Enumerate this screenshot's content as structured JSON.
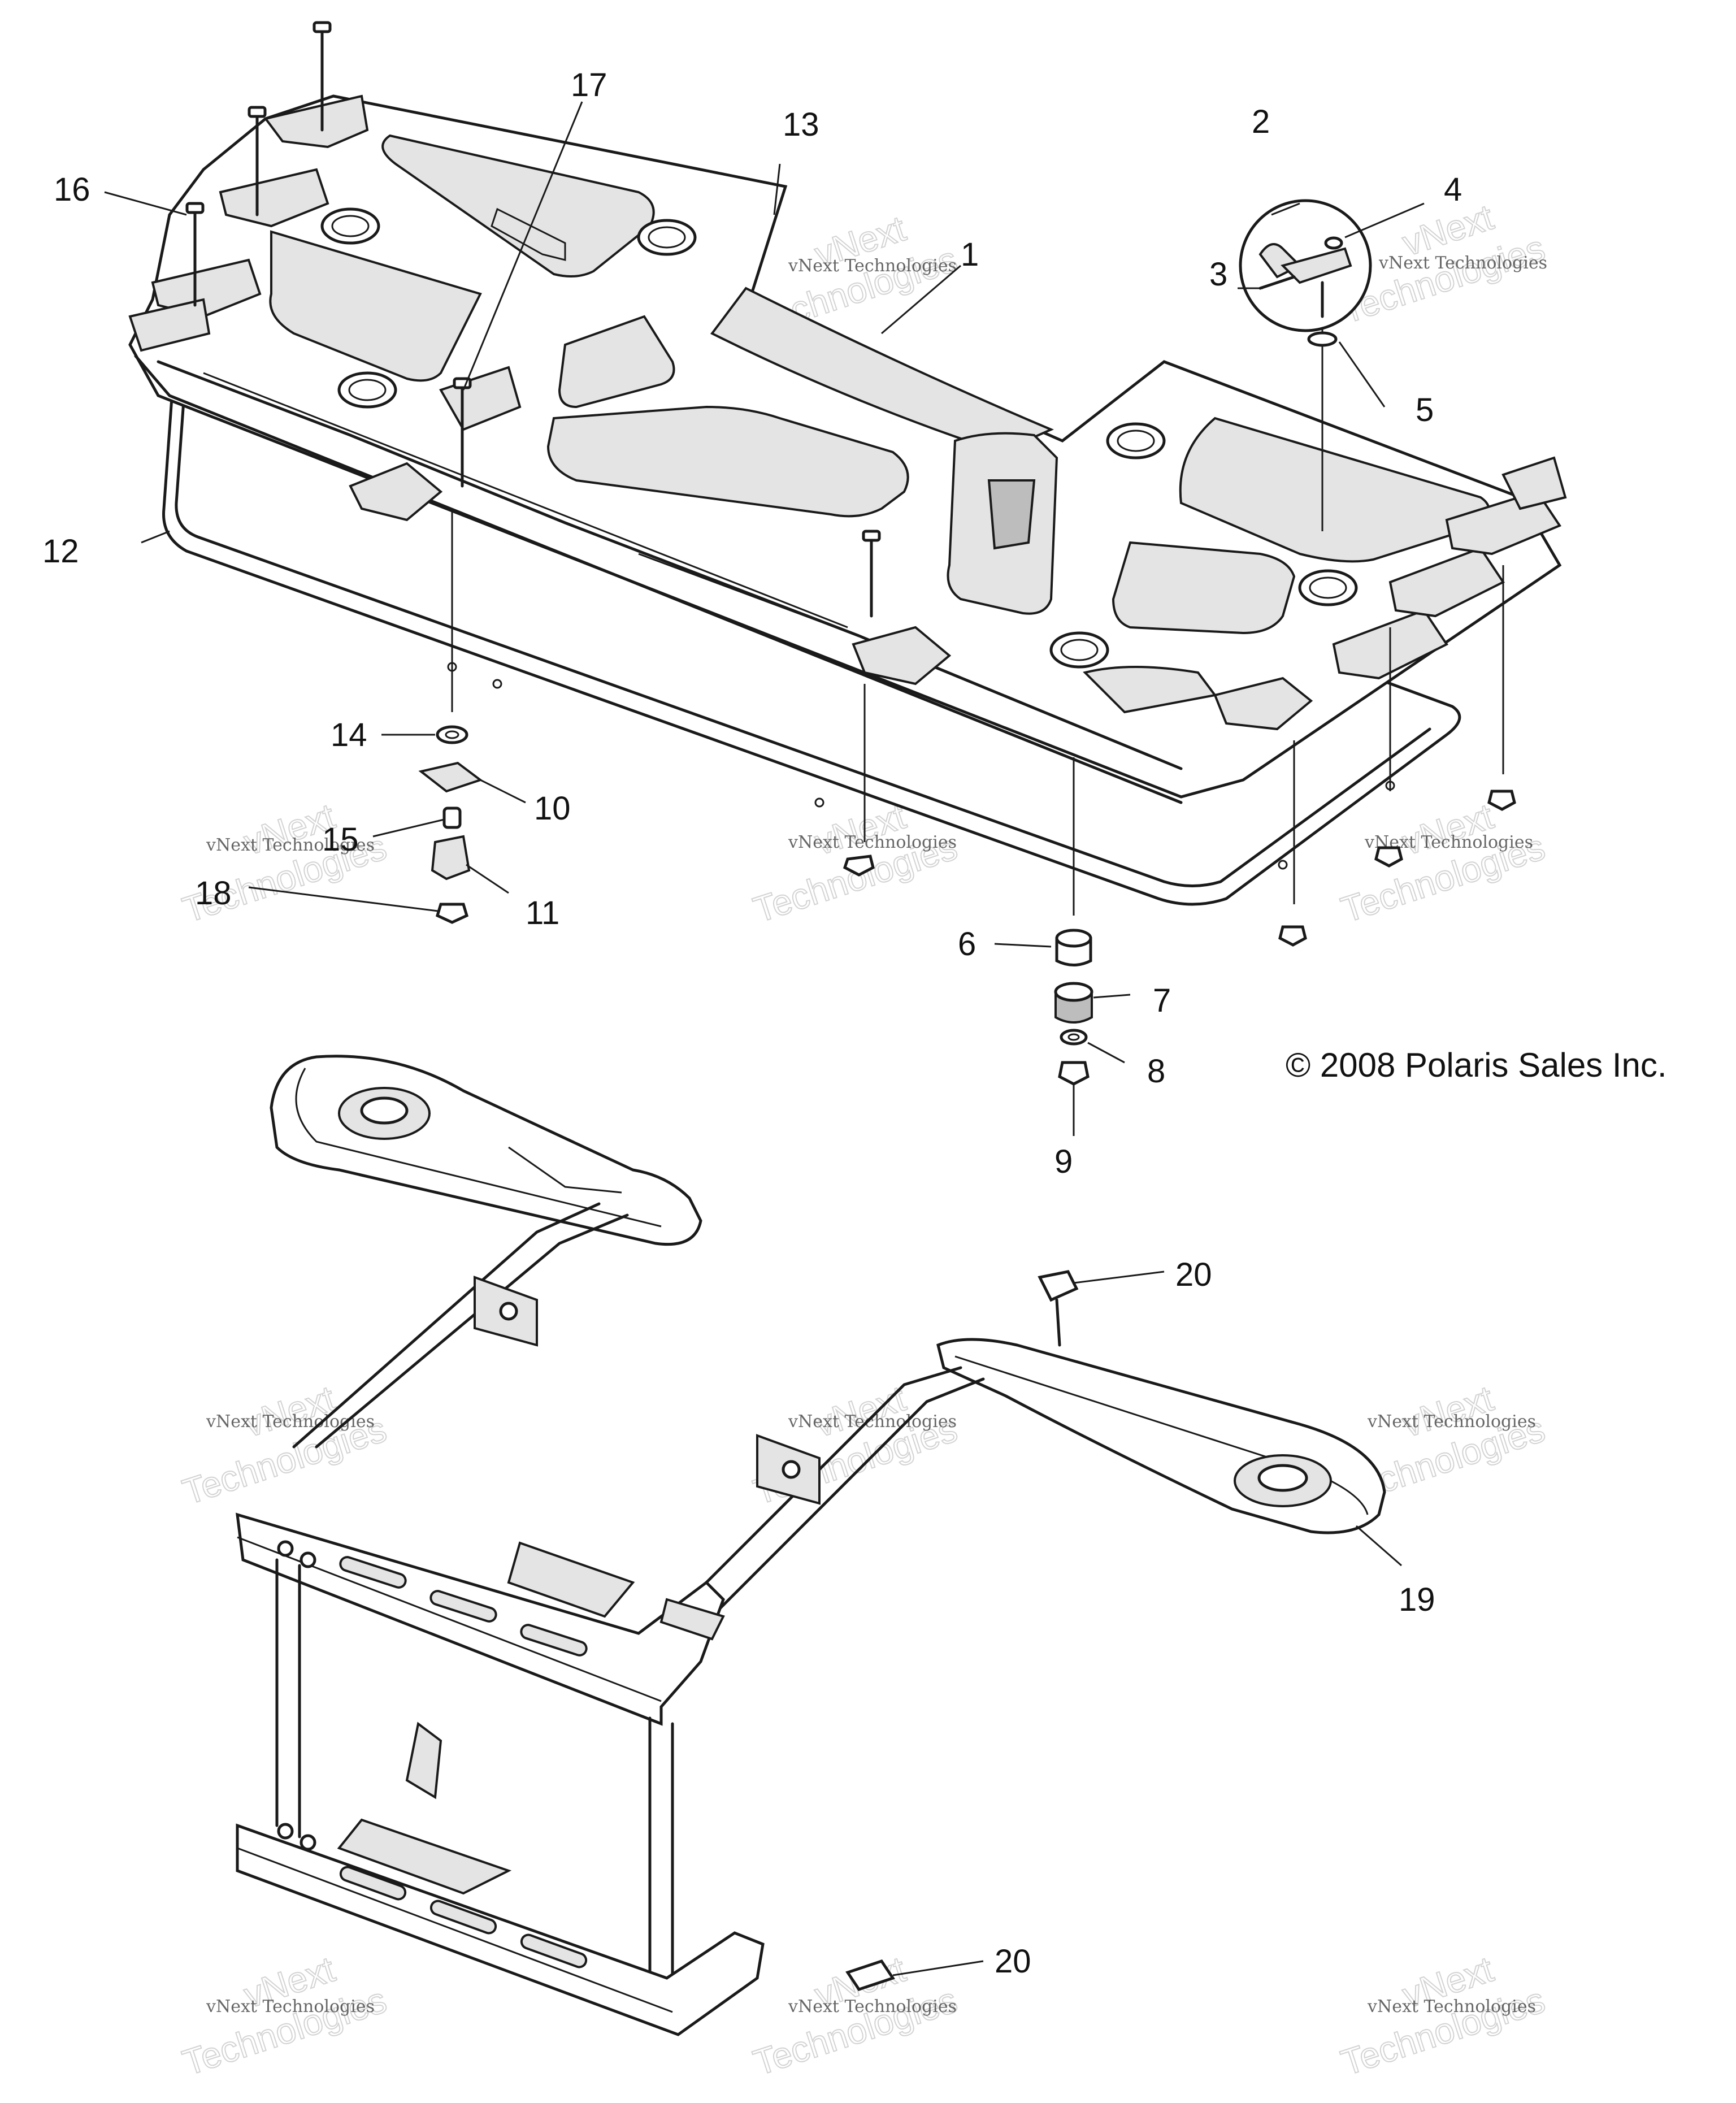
{
  "callouts": [
    {
      "id": "1",
      "label": "1"
    },
    {
      "id": "2",
      "label": "2"
    },
    {
      "id": "3",
      "label": "3"
    },
    {
      "id": "4",
      "label": "4"
    },
    {
      "id": "5",
      "label": "5"
    },
    {
      "id": "6",
      "label": "6"
    },
    {
      "id": "7",
      "label": "7"
    },
    {
      "id": "8",
      "label": "8"
    },
    {
      "id": "9",
      "label": "9"
    },
    {
      "id": "10",
      "label": "10"
    },
    {
      "id": "11",
      "label": "11"
    },
    {
      "id": "12",
      "label": "12"
    },
    {
      "id": "13",
      "label": "13"
    },
    {
      "id": "14",
      "label": "14"
    },
    {
      "id": "15",
      "label": "15"
    },
    {
      "id": "16",
      "label": "16"
    },
    {
      "id": "17",
      "label": "17"
    },
    {
      "id": "18",
      "label": "18"
    },
    {
      "id": "19",
      "label": "19"
    },
    {
      "id": "20a",
      "label": "20"
    },
    {
      "id": "20b",
      "label": "20"
    }
  ],
  "copyright": "© 2008 Polaris Sales Inc.",
  "watermark": {
    "company": "vNext Technologies",
    "word1": "vNext",
    "word2": "Technologies"
  }
}
